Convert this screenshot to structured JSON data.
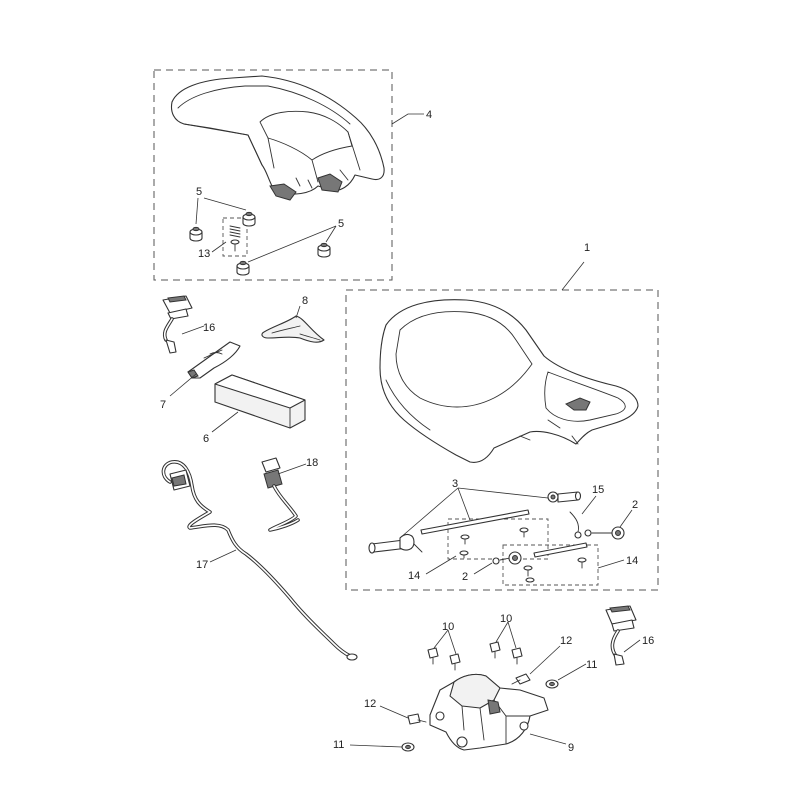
{
  "callouts": {
    "c1": "1",
    "c2a": "2",
    "c2b": "2",
    "c3": "3",
    "c4": "4",
    "c5a": "5",
    "c5b": "5",
    "c6": "6",
    "c7": "7",
    "c8": "8",
    "c9": "9",
    "c10a": "10",
    "c10b": "10",
    "c11a": "11",
    "c11b": "11",
    "c12a": "12",
    "c12b": "12",
    "c13": "13",
    "c14a": "14",
    "c14b": "14",
    "c15": "15",
    "c16a": "16",
    "c16b": "16",
    "c17": "17",
    "c18": "18"
  }
}
